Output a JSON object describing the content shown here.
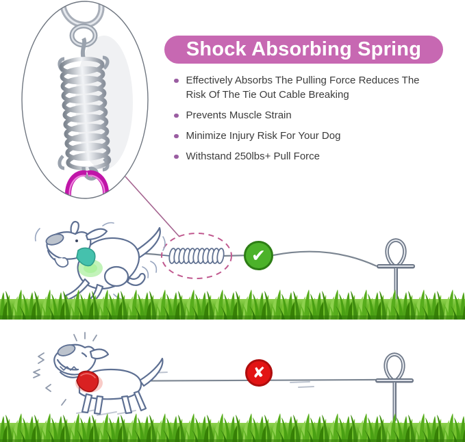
{
  "header": {
    "title": "Shock Absorbing Spring"
  },
  "benefits": [
    "Effectively Absorbs The Pulling Force Reduces The Risk Of The Tie Out Cable Breaking",
    "Prevents Muscle Strain",
    "Minimize Injury Risk For Your Dog",
    "Withstand 250lbs+ Pull Force"
  ],
  "badges": {
    "approved_glyph": "✔",
    "rejected_glyph": "✘"
  },
  "colors": {
    "banner_pink": "#c768b2",
    "bullet_purple": "#9a5da1",
    "body_text": "#3b3b3b",
    "callout_dash_pink": "#c0598f",
    "leader_line": "#a4638f",
    "approved_green": "#4cb22a",
    "approved_ring": "#2d7d15",
    "rejected_red": "#e21414",
    "rejected_ring": "#ae0d0d",
    "cable_gray": "#7b8591",
    "dog_outline_blue": "#5d6f92",
    "collar_teal": "#45c1ad",
    "collar_red": "#d92121",
    "rope_magenta": "#c015a8",
    "grass_green": "#57ad1c"
  }
}
